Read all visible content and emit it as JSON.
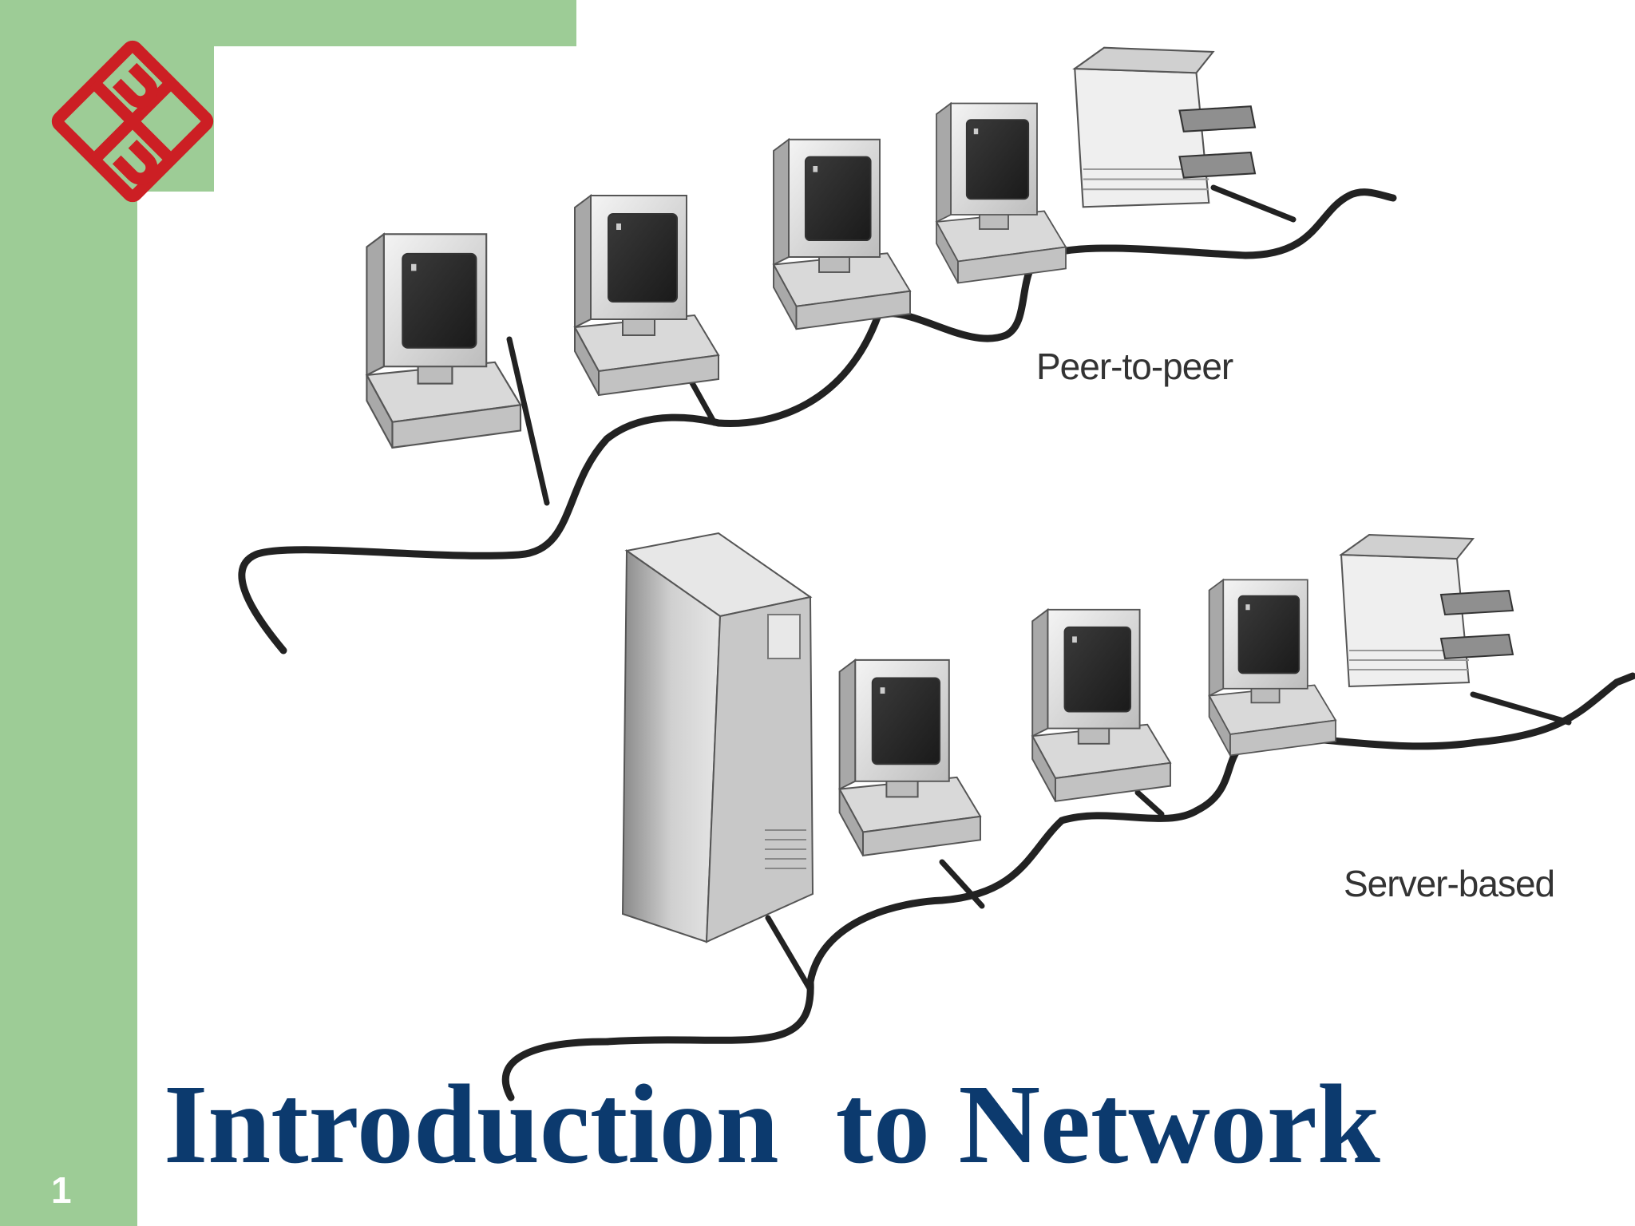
{
  "slide": {
    "number": "1",
    "title": "Introduction  to Network"
  },
  "diagram": {
    "peer_label": "Peer-to-peer",
    "server_label": "Server-based"
  },
  "colors": {
    "green_band": "#9dcc96",
    "title_blue": "#0c3a6e",
    "logo_red": "#cc1f24"
  },
  "icons": {
    "logo": "polyu-logo-icon"
  }
}
